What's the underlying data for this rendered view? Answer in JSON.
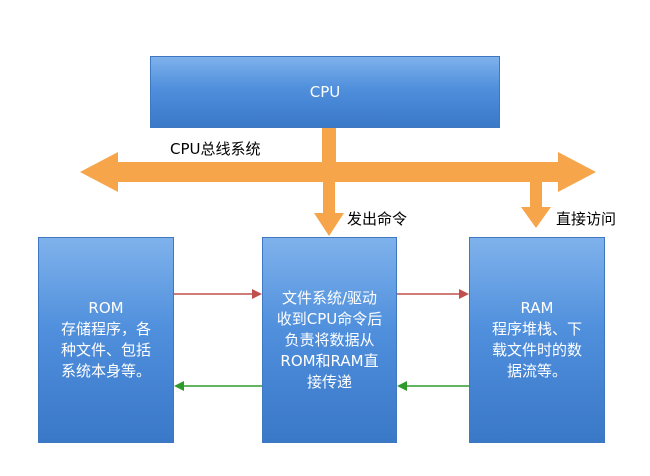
{
  "cpu": {
    "label": "CPU"
  },
  "bus": {
    "label": "CPU总线系统"
  },
  "arrows": {
    "send_command": "发出命令",
    "direct_access": "直接访问"
  },
  "rom": {
    "text": "ROM\n存储程序，各\n种文件、包括\n系统本身等。"
  },
  "fs": {
    "text": "文件系统/驱动\n收到CPU命令后\n负责将数据从\nROM和RAM直\n接传递"
  },
  "ram": {
    "text": "RAM\n程序堆栈、下\n载文件时的数\n据流等。"
  },
  "colors": {
    "bus_orange": "#f7a54a",
    "box_blue": "#4f8fdc",
    "arrow_red": "#c0504d",
    "arrow_green": "#2e9a2e"
  }
}
